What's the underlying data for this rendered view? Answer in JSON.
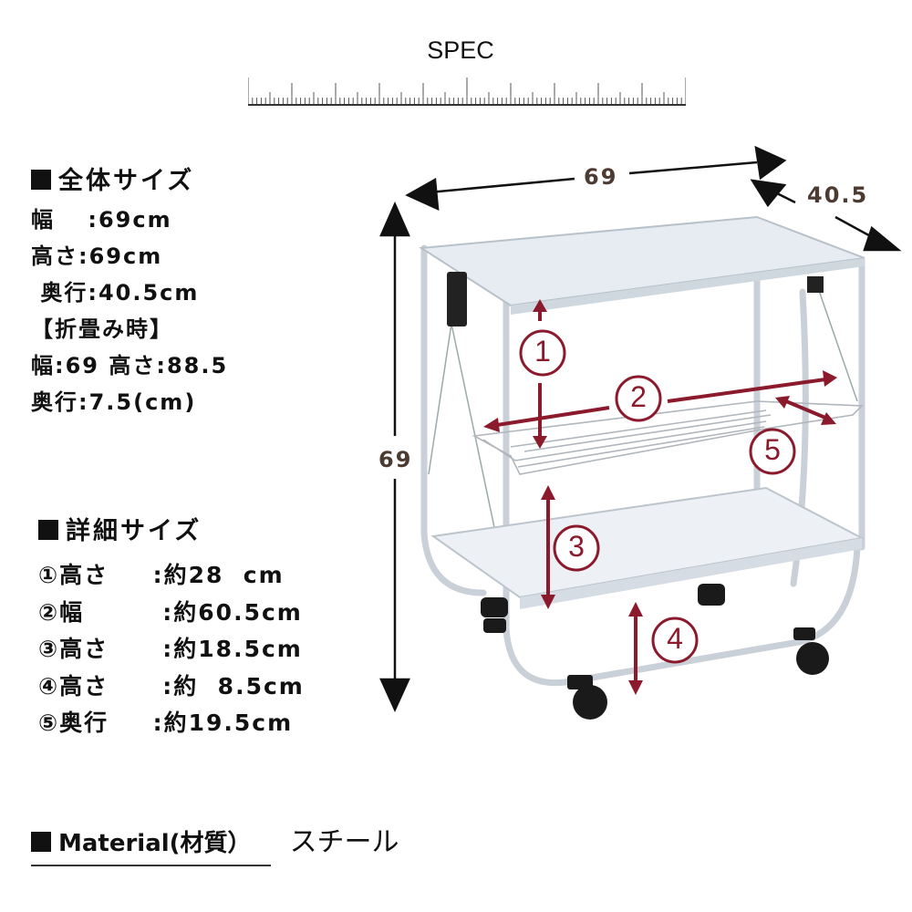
{
  "header": {
    "title": "SPEC"
  },
  "overall": {
    "title": "全体サイズ",
    "rows": [
      "幅　 :69cm",
      "高さ:69cm",
      " 奥行:40.5cm",
      "【折畳み時】",
      "幅:69 高さ:88.5",
      "奥行:7.5(cm)"
    ]
  },
  "detail": {
    "title": "詳細サイズ",
    "rows": [
      "①高さ　  :約28  cm",
      "②幅　　   :約60.5cm",
      "③高さ　   :約18.5cm",
      "④高さ　   :約  8.5cm",
      "⑤奥行　  :約19.5cm"
    ]
  },
  "material": {
    "label": "Material(材質）",
    "value": "スチール"
  },
  "diagram": {
    "width_label": "69",
    "depth_label": "40.5",
    "height_label": "69",
    "markers": [
      "1",
      "2",
      "3",
      "4",
      "5"
    ],
    "annotation_color": "#8b1a2c",
    "arrow_color": "#111111"
  }
}
